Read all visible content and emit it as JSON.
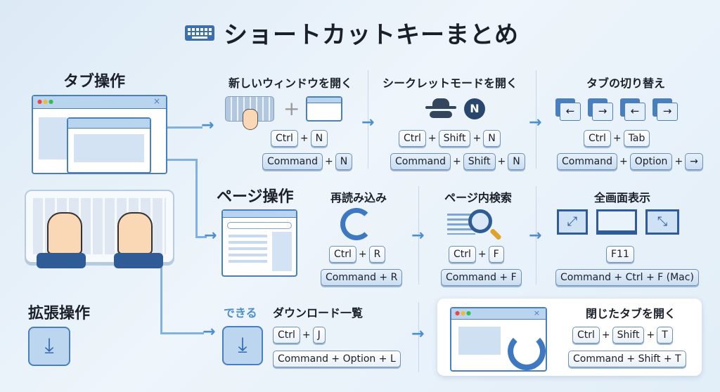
{
  "title": "ショートカットキーまとめ",
  "sections": {
    "tab": "タブ操作",
    "page": "ページ操作",
    "ext": "拡張操作"
  },
  "items": {
    "new_window": {
      "title": "新しいウィンドウを開く",
      "win": [
        "Ctrl",
        "N"
      ],
      "mac": [
        "Command",
        "N"
      ]
    },
    "incognito": {
      "title": "シークレットモードを開く",
      "badge": "N",
      "win": [
        "Ctrl",
        "Shift",
        "N"
      ],
      "mac": [
        "Command",
        "Shift",
        "N"
      ]
    },
    "switch_tab": {
      "title": "タブの切り替え",
      "arrows": [
        "←",
        "→",
        "←",
        "→"
      ],
      "win": [
        "Ctrl",
        "Tab"
      ],
      "mac": [
        "Command",
        "Option",
        "→"
      ]
    },
    "reload": {
      "title": "再読み込み",
      "win": [
        "Ctrl",
        "R"
      ],
      "mac_text": "Command + R"
    },
    "find": {
      "title": "ページ内検索",
      "win": [
        "Ctrl",
        "F"
      ],
      "mac_text": "Command + F"
    },
    "fullscreen": {
      "title": "全画面表示",
      "win_text": "F11",
      "mac_text": "Command + Ctrl + F (Mac)"
    },
    "downloads": {
      "prefix": "できる",
      "title": "ダウンロード一覧",
      "win": [
        "Ctrl",
        "J"
      ],
      "mac_text": "Command + Option + L"
    },
    "reopen_tab": {
      "title": "閉じたタブを開く",
      "win": [
        "Ctrl",
        "Shift",
        "T"
      ],
      "mac_text": "Command + Shift + T"
    }
  },
  "plus": "+",
  "arrow": "→",
  "close_x": "×",
  "colors": {
    "accent": "#4a7fbd",
    "background": "#e3eef8",
    "key_mac": "#cfe2f5"
  }
}
